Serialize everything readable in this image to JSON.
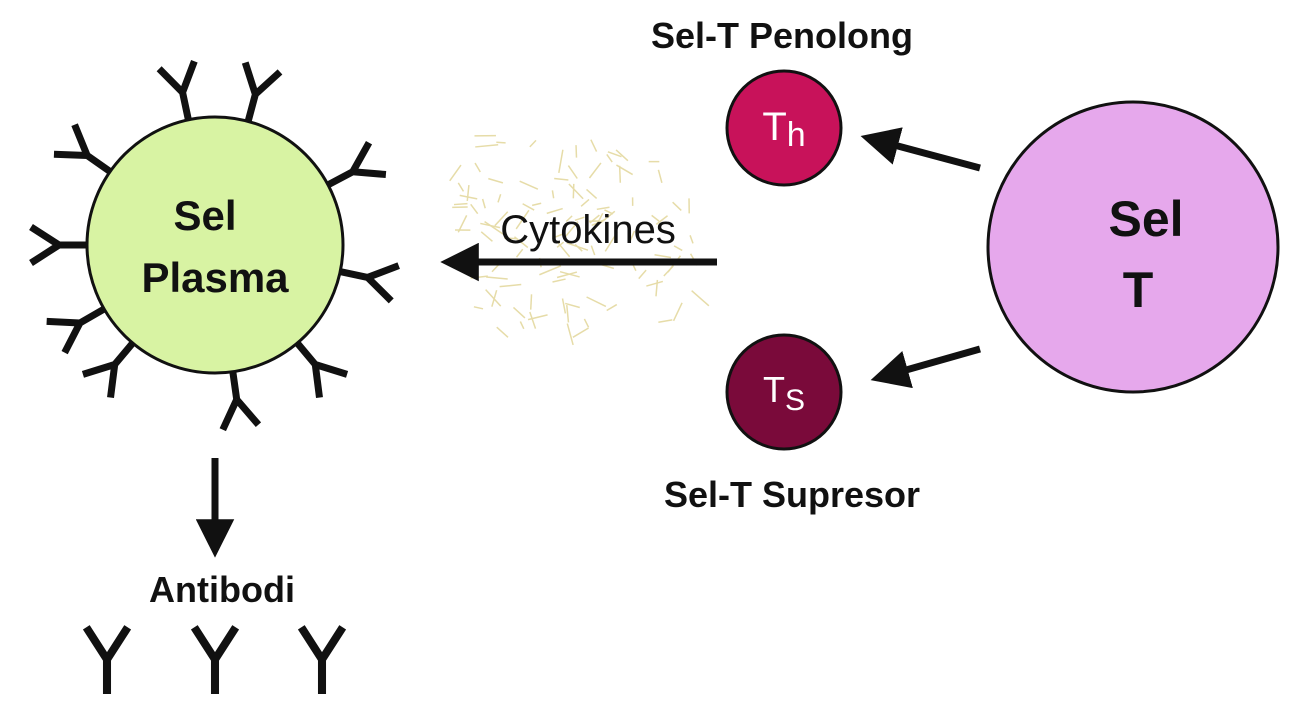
{
  "plasma_cell": {
    "line1": "Sel",
    "line2": "Plasma",
    "fill": "#d8f3a3"
  },
  "antibody_label": "Antibodi",
  "cytokines_label": "Cytokines",
  "helper_cell": {
    "title": "Sel-T Penolong",
    "main": "T",
    "sub": "h",
    "fill": "#c8125a"
  },
  "suppressor_cell": {
    "title": "Sel-T Supresor",
    "main": "T",
    "sub": "S",
    "fill": "#7a0a3a"
  },
  "t_cell": {
    "line1": "Sel",
    "line2": "T",
    "fill": "#e6a8ec"
  },
  "colors": {
    "stroke": "#111111",
    "cytokine_fibers": "#e6dca8"
  },
  "icons": {
    "antibody": "y-shaped-antibody-icon",
    "arrow": "arrow-icon"
  }
}
